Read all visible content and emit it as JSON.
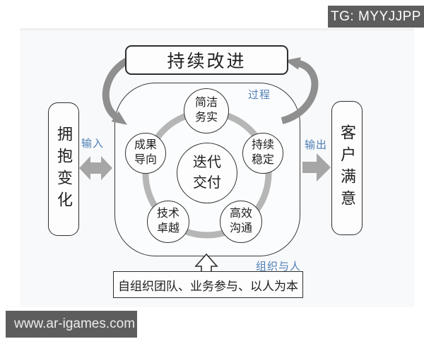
{
  "overlays": {
    "tg_badge": "TG: MYYJJPP",
    "watermark": "www.ar-igames.com"
  },
  "diagram": {
    "top_box": "持续改进",
    "left_box": "拥抱变化",
    "right_box": "客户满意",
    "bottom_box": "自组织团队、业务参与、以人为本",
    "labels": {
      "input": "输入",
      "output": "输出",
      "process": "过程",
      "organization": "组织与人"
    },
    "center_circle": {
      "line1": "迭代",
      "line2": "交付"
    },
    "satellites": [
      {
        "name": "concise-pragmatic",
        "line1": "简洁",
        "line2": "务实"
      },
      {
        "name": "result-oriented",
        "line1": "成果",
        "line2": "导向"
      },
      {
        "name": "continuous-stability",
        "line1": "持续",
        "line2": "稳定"
      },
      {
        "name": "technical-excellence",
        "line1": "技术",
        "line2": "卓越"
      },
      {
        "name": "efficient-communication",
        "line1": "高效",
        "line2": "沟通"
      }
    ],
    "colors": {
      "accent_blue": "#4f7fb5",
      "cycle_arrow_gray": "#8f8f8f",
      "io_arrow_gray": "#a6a6a6",
      "ring_gray": "#b6b6b6",
      "outline_dark": "#2e2e2e",
      "overlay_badge_bg": "#5d5d5d"
    }
  }
}
